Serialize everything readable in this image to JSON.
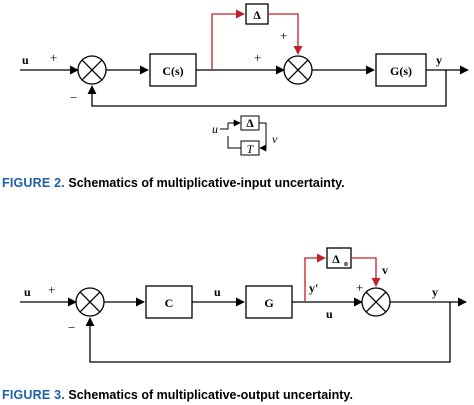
{
  "figure2": {
    "caption_label": "FIGURE 2.",
    "caption_text": " Schematics of multiplicative-input uncertainty.",
    "input": "u",
    "output": "y",
    "controller": "C(s)",
    "plant": "G(s)",
    "uncertainty": "Δ",
    "sum1_plus": "+",
    "sum1_minus": "−",
    "sum2_plus_left": "+",
    "sum2_plus_top": "+",
    "inset": {
      "u": "u",
      "delta": "Δ",
      "t": "T",
      "v": "v"
    }
  },
  "figure3": {
    "caption_label": "FIGURE 3.",
    "caption_text": " Schematics of multiplicative-output uncertainty.",
    "input": "u",
    "output": "y",
    "controller": "C",
    "plant": "G",
    "plant_input": "u",
    "plant_output": "u",
    "tap_label": "y'",
    "uncertainty": "Δ",
    "uncertainty_sub": "o",
    "v": "v",
    "sum1_plus": "+",
    "sum1_minus": "−",
    "sum2_plus": "+"
  },
  "colors": {
    "accent": "#c0202a",
    "caption_blue": "#1f5fa8",
    "line": "#000000"
  }
}
